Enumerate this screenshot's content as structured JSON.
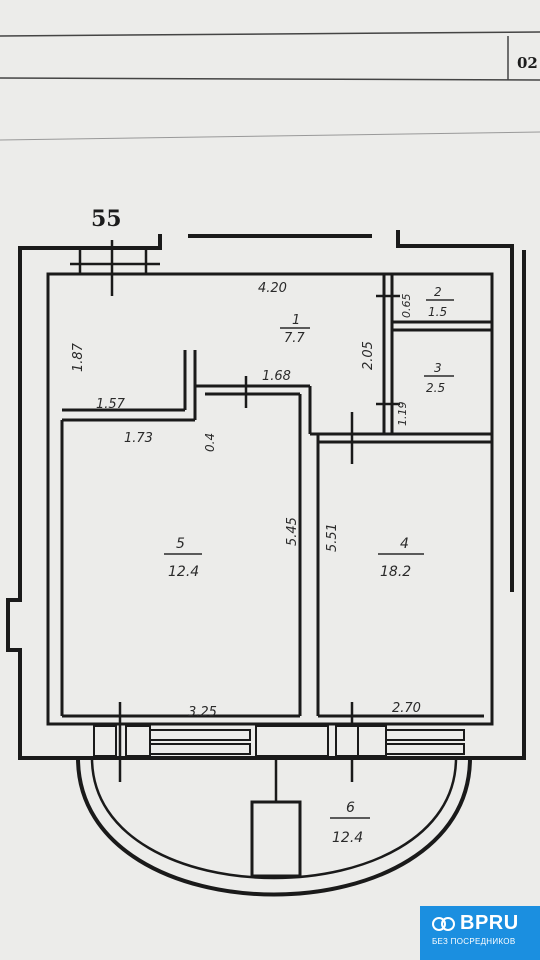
{
  "header": {
    "code": "02"
  },
  "wall_mark": "55",
  "rooms": [
    {
      "id": "1",
      "number": "1",
      "area": "7.7"
    },
    {
      "id": "2",
      "number": "2",
      "area": "1.5"
    },
    {
      "id": "3",
      "number": "3",
      "area": "2.5"
    },
    {
      "id": "4",
      "number": "4",
      "area": "18.2"
    },
    {
      "id": "5",
      "number": "5",
      "area": "12.4"
    },
    {
      "id": "6",
      "number": "6",
      "area": "12.4"
    }
  ],
  "dimensions": {
    "top_width": "4.20",
    "left_height": "1.87",
    "niche": "1.57",
    "hall_lower": "1.73",
    "door_gap": "1.68",
    "column": "0.4",
    "hall_depth": "2.05",
    "bath_a": "0.65",
    "bath_b": "1.19",
    "room5_height": "5.45",
    "room4_height": "5.51",
    "room5_width": "3.25",
    "room4_width": "2.70"
  },
  "badge": {
    "name": "BPRU",
    "subtitle": "БЕЗ ПОСРЕДНИКОВ",
    "color": "#1b8fe0"
  }
}
